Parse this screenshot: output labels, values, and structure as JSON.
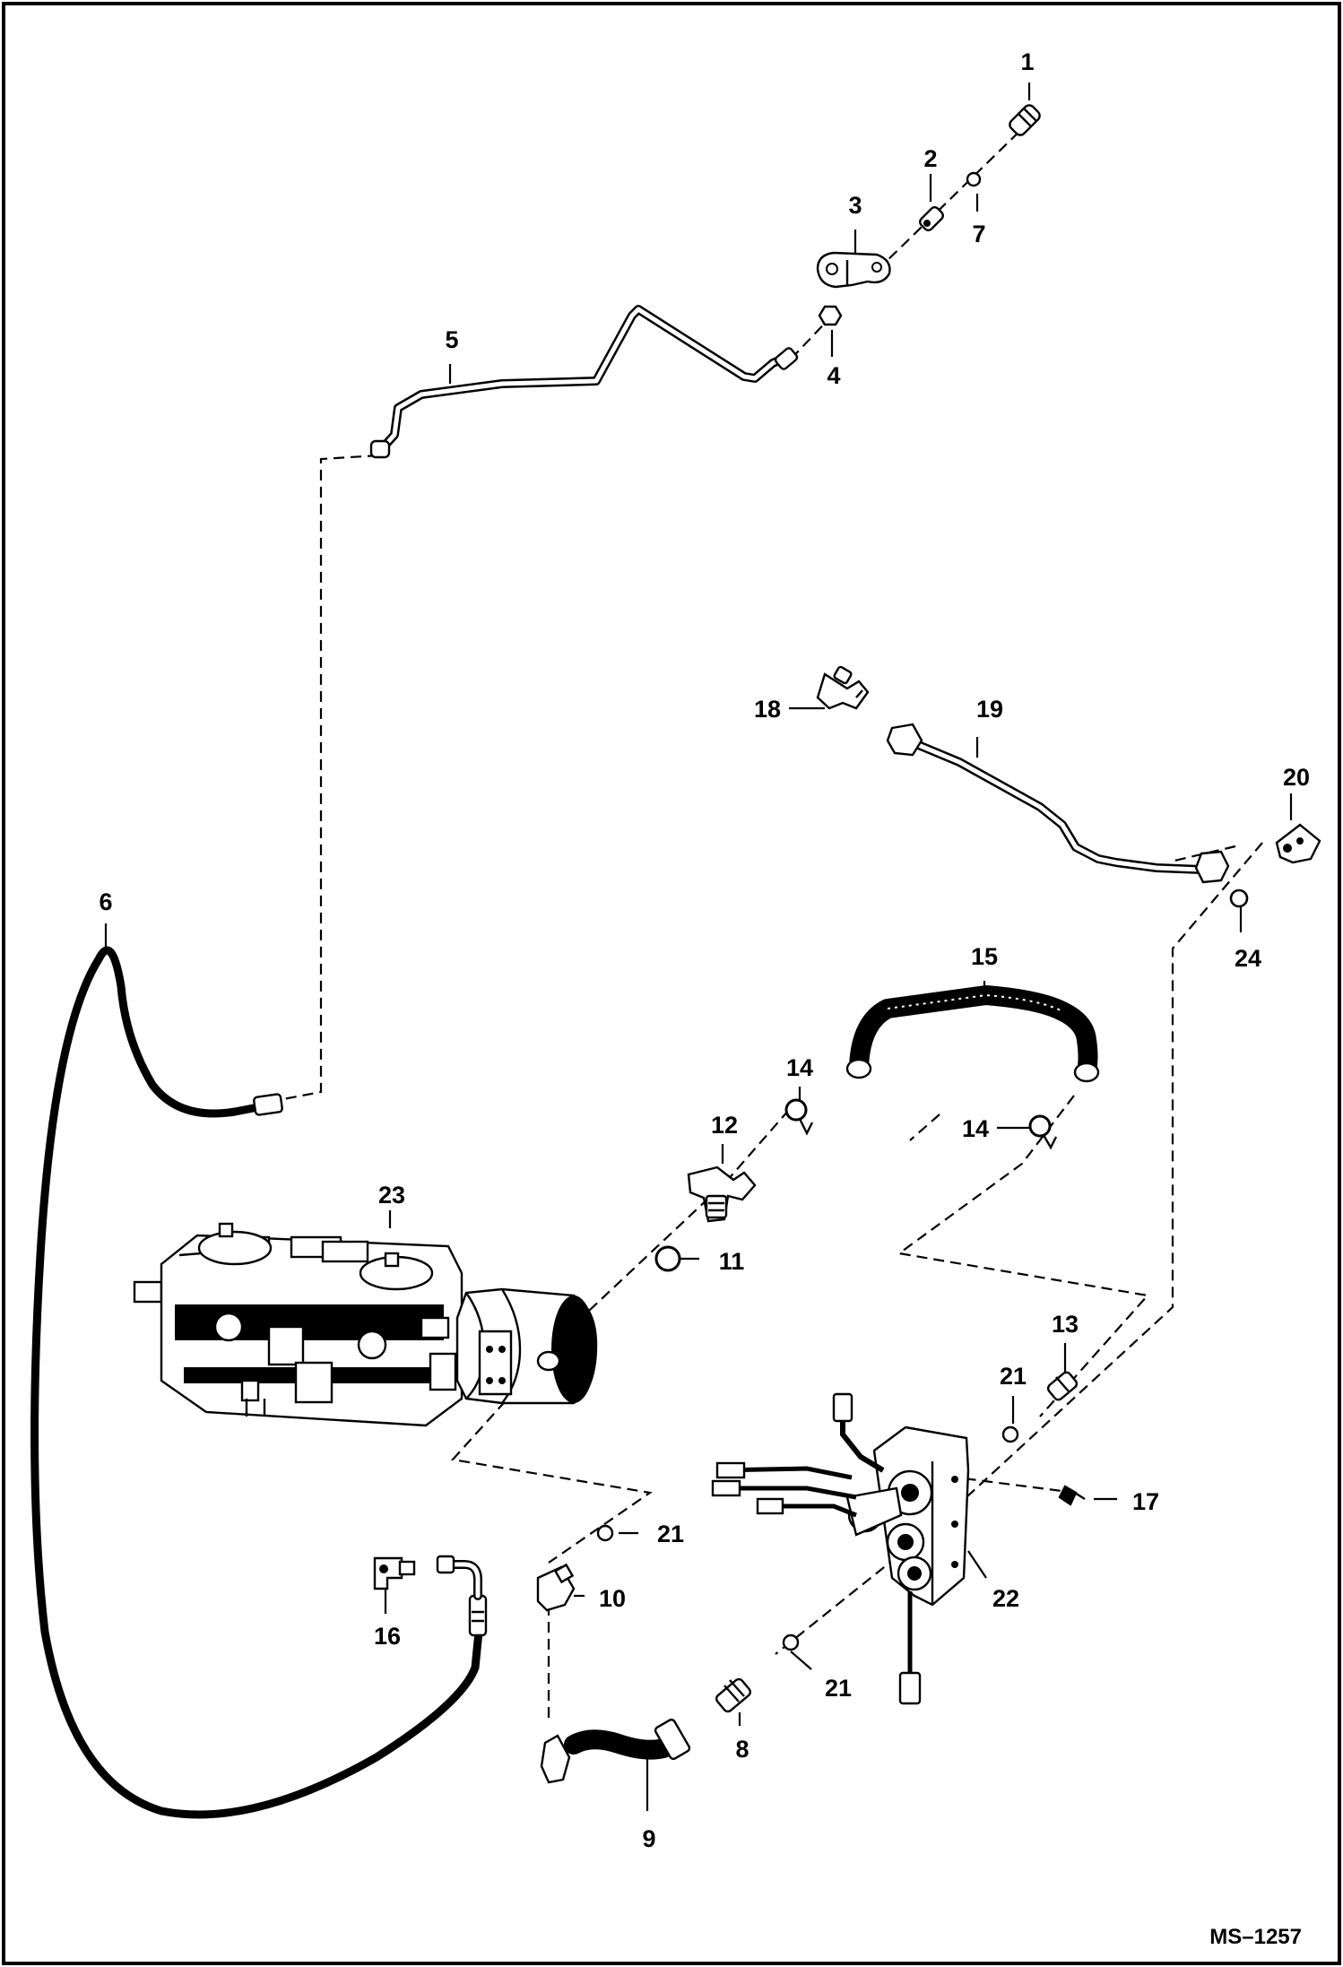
{
  "figure_id": "MS–1257",
  "callouts": {
    "c1": "1",
    "c2": "2",
    "c3": "3",
    "c4": "4",
    "c5": "5",
    "c6": "6",
    "c7": "7",
    "c8": "8",
    "c9": "9",
    "c10": "10",
    "c11": "11",
    "c12": "12",
    "c13": "13",
    "c14a": "14",
    "c14b": "14",
    "c15": "15",
    "c16": "16",
    "c17": "17",
    "c18": "18",
    "c19": "19",
    "c20": "20",
    "c21a": "21",
    "c21b": "21",
    "c21c": "21",
    "c22": "22",
    "c23": "23",
    "c24": "24"
  },
  "colors": {
    "ink": "#000000",
    "paper": "#ffffff"
  }
}
